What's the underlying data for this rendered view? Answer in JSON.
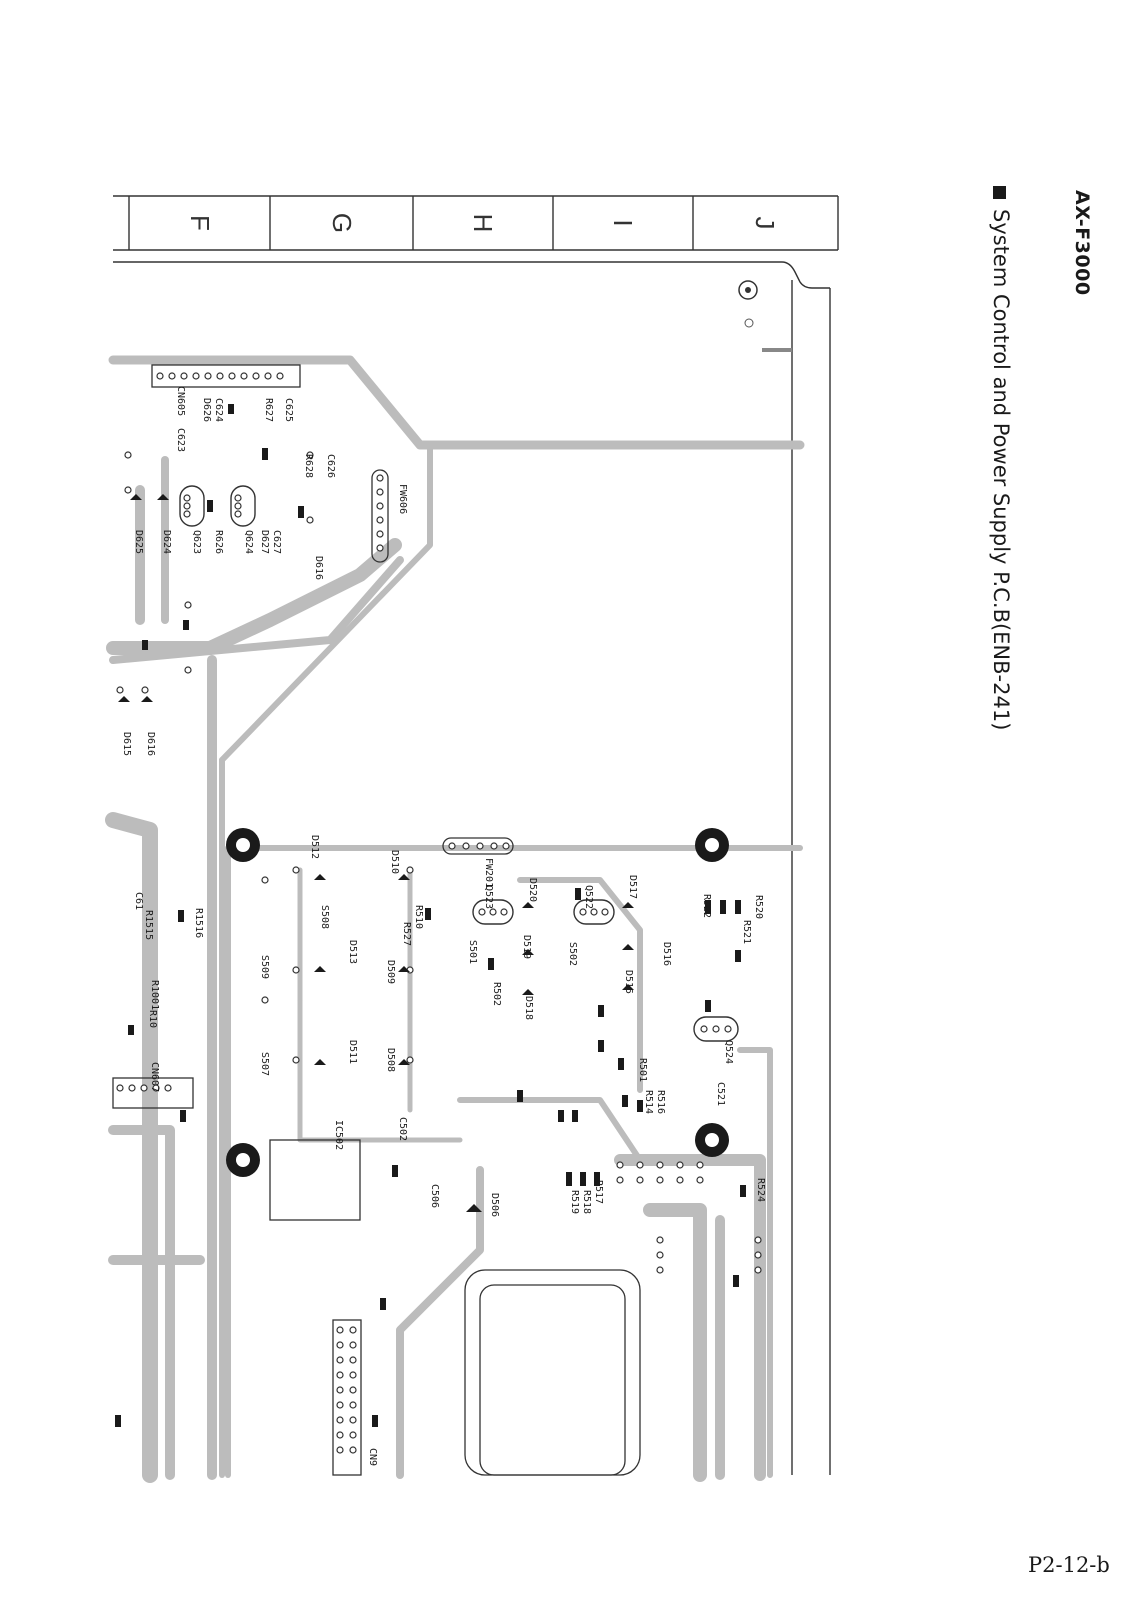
{
  "header": {
    "model": "AX-F3000",
    "title": "System Control and Power Supply P.C.B(ENB-241)"
  },
  "footer": {
    "page": "P2-12-b"
  },
  "grid_columns": [
    "F",
    "G",
    "H",
    "I",
    "J"
  ],
  "components": [
    {
      "ref": "CN605"
    },
    {
      "ref": "C625"
    },
    {
      "ref": "R627"
    },
    {
      "ref": "C624"
    },
    {
      "ref": "D626"
    },
    {
      "ref": "C623"
    },
    {
      "ref": "C626"
    },
    {
      "ref": "R628"
    },
    {
      "ref": "FW606"
    },
    {
      "ref": "D616"
    },
    {
      "ref": "C627"
    },
    {
      "ref": "D627"
    },
    {
      "ref": "Q624"
    },
    {
      "ref": "R626"
    },
    {
      "ref": "Q623"
    },
    {
      "ref": "D624"
    },
    {
      "ref": "D625"
    },
    {
      "ref": "D615"
    },
    {
      "ref": "D616"
    },
    {
      "ref": "C61"
    },
    {
      "ref": "R1516"
    },
    {
      "ref": "R1515"
    },
    {
      "ref": "R1001"
    },
    {
      "ref": "R10"
    },
    {
      "ref": "CN607"
    },
    {
      "ref": "D512"
    },
    {
      "ref": "D510"
    },
    {
      "ref": "FW201"
    },
    {
      "ref": "S508"
    },
    {
      "ref": "R510"
    },
    {
      "ref": "R527"
    },
    {
      "ref": "D513"
    },
    {
      "ref": "S509"
    },
    {
      "ref": "D509"
    },
    {
      "ref": "D511"
    },
    {
      "ref": "D508"
    },
    {
      "ref": "S507"
    },
    {
      "ref": "Q523"
    },
    {
      "ref": "D520"
    },
    {
      "ref": "S501"
    },
    {
      "ref": "D519"
    },
    {
      "ref": "R502"
    },
    {
      "ref": "S502"
    },
    {
      "ref": "D518"
    },
    {
      "ref": "Q522"
    },
    {
      "ref": "D517"
    },
    {
      "ref": "D516"
    },
    {
      "ref": "D515"
    },
    {
      "ref": "R501"
    },
    {
      "ref": "R522"
    },
    {
      "ref": "R521"
    },
    {
      "ref": "R520"
    },
    {
      "ref": "Q524"
    },
    {
      "ref": "C521"
    },
    {
      "ref": "R516"
    },
    {
      "ref": "R514"
    },
    {
      "ref": "IC502"
    },
    {
      "ref": "C502"
    },
    {
      "ref": "C506"
    },
    {
      "ref": "D506"
    },
    {
      "ref": "R517"
    },
    {
      "ref": "R518"
    },
    {
      "ref": "R519"
    },
    {
      "ref": "R524"
    },
    {
      "ref": "CN9"
    }
  ],
  "colors": {
    "ink": "#1a1a1a",
    "trace": "#b9b9b9",
    "trace_dark": "#8c8c8c",
    "pad": "#333333"
  }
}
